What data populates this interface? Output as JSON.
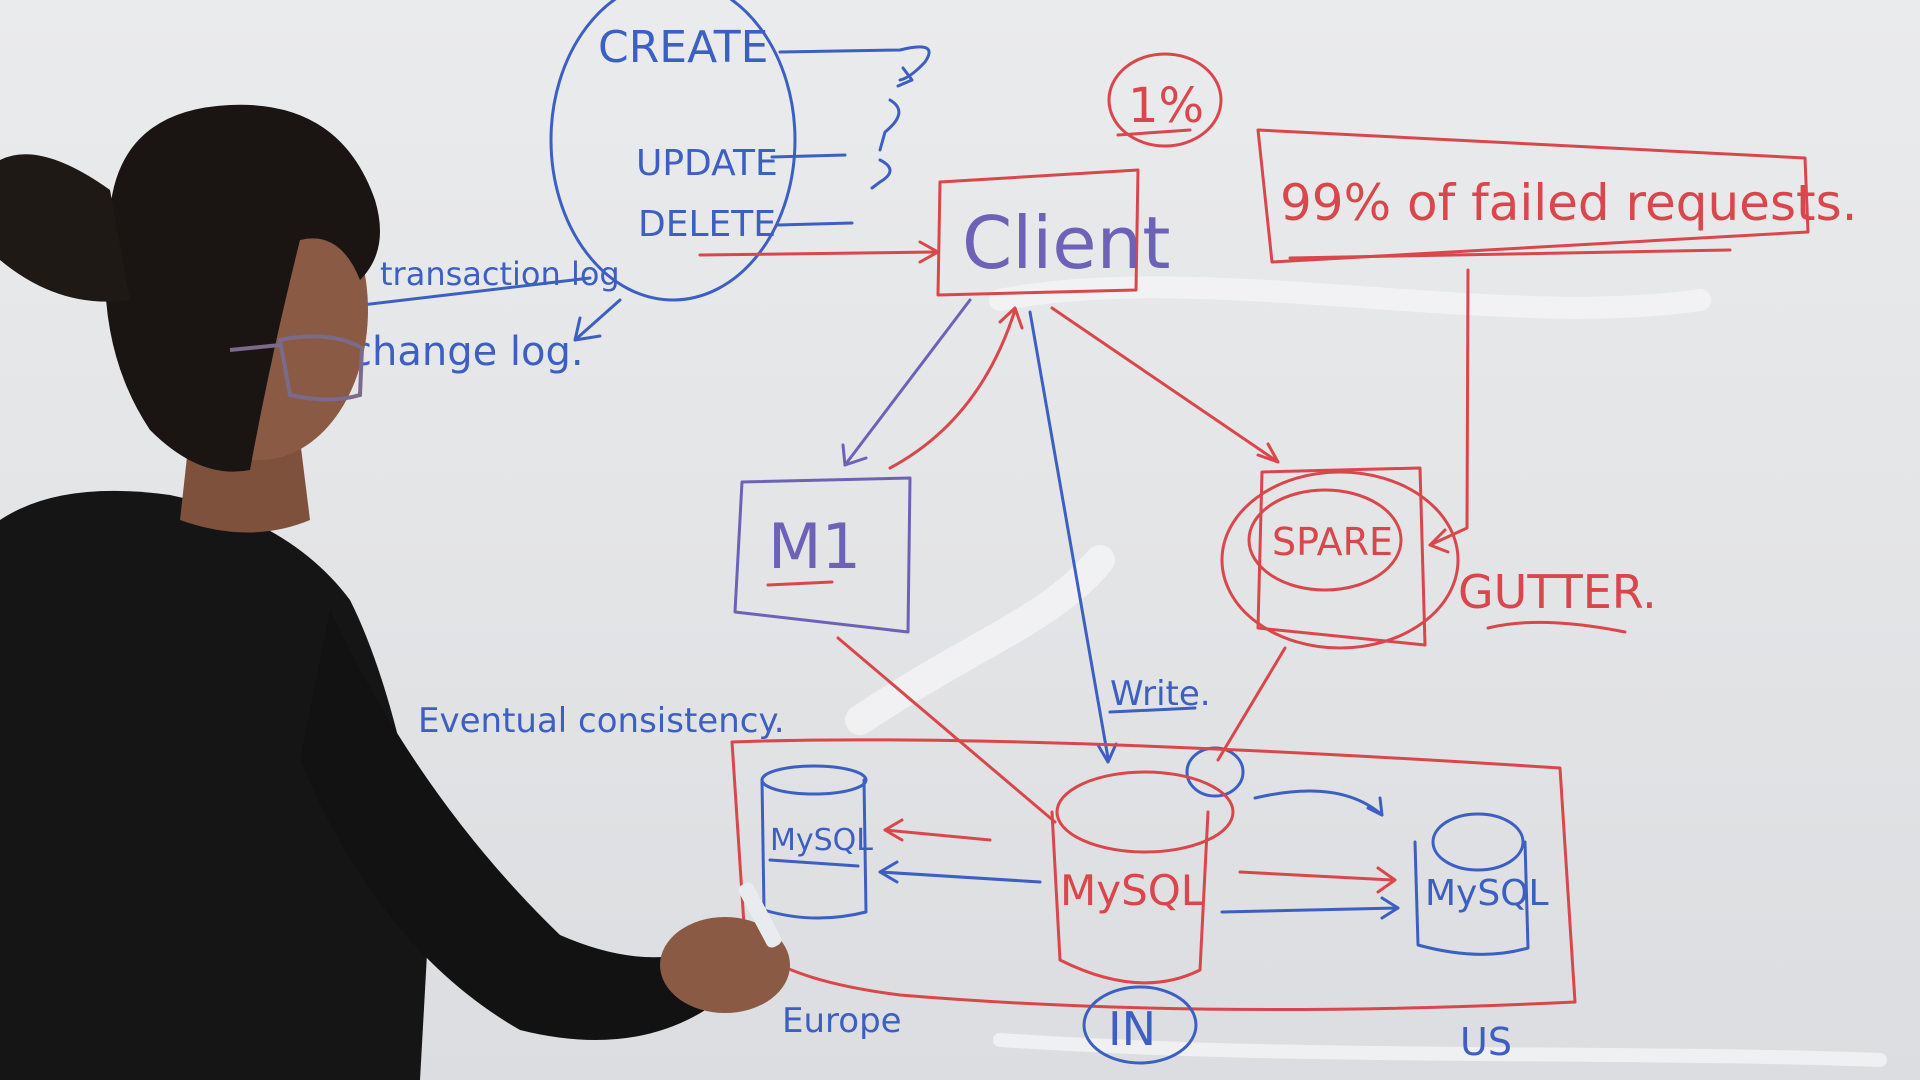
{
  "whiteboard": {
    "top_left_ops": {
      "create": "CREATE",
      "update": "UPDATE",
      "delete": "DELETE"
    },
    "notes": {
      "transaction_log": "transaction log",
      "change_log": "change log.",
      "eventual_consistency": "Eventual consistency."
    },
    "client": "Client",
    "one_percent": "1%",
    "failed_requests": "99% of failed requests.",
    "m1": "M1",
    "spare": "SPARE",
    "gutter": "GUTTER.",
    "write": "Write.",
    "mysql_left": "MySQL",
    "mysql_center": "MySQL",
    "mysql_right": "MySQL",
    "region_europe": "Europe",
    "region_in": "IN",
    "region_us": "US"
  },
  "colors": {
    "board": "#e6e7e9",
    "marker_blue": "#3d5fc2",
    "marker_red": "#d9474c",
    "marker_purple": "#6c62b8",
    "shirt": "#151515",
    "skin": "#8a5a44",
    "hair": "#1a1412"
  }
}
